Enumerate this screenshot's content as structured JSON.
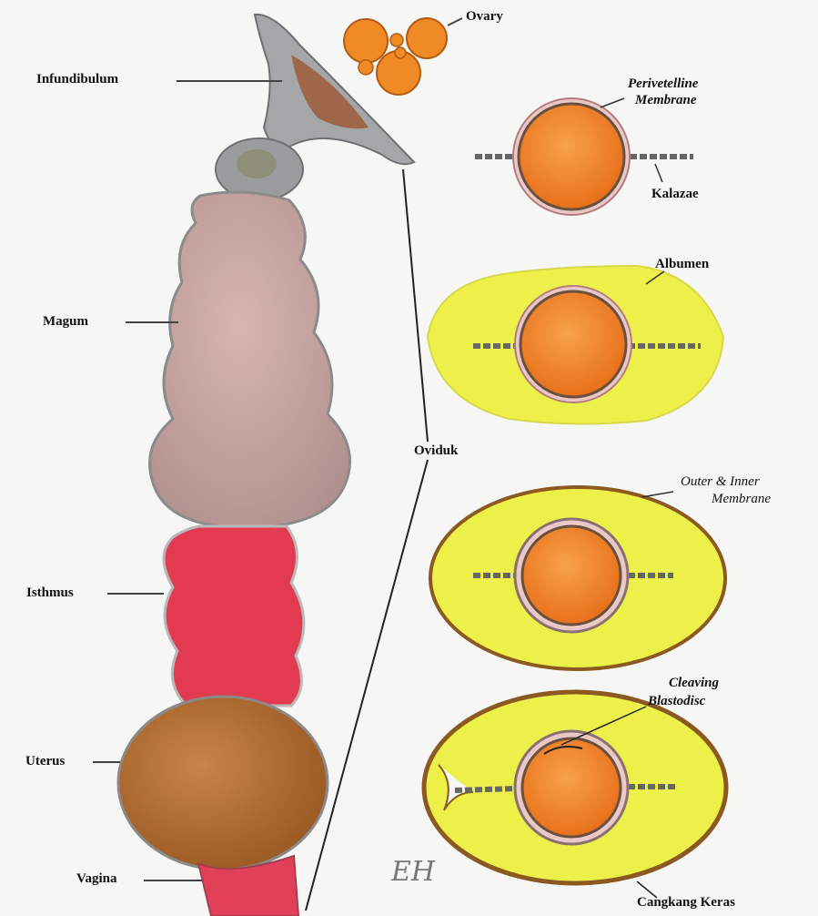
{
  "labels": {
    "ovary": "Ovary",
    "infundibulum": "Infundibulum",
    "magum": "Magum",
    "isthmus": "Isthmus",
    "uterus": "Uterus",
    "vagina": "Vagina",
    "oviduk": "Oviduk",
    "perivitelline_line1": "Perivetelline",
    "perivitelline_line2": "Membrane",
    "kalazae": "Kalazae",
    "albumen": "Albumen",
    "outer_inner_line1": "Outer & Inner",
    "outer_inner_line2": "Membrane",
    "cleaving_line1": "Cleaving",
    "cleaving_line2": "Blastodisc",
    "cangkang": "Cangkang Keras"
  },
  "signature": "EH",
  "colors": {
    "ovary": "#f08a24",
    "infundibulum": "#9a9c9e",
    "magnum": "#c9a3a0",
    "isthmus": "#e0394f",
    "uterus": "#b06b2c",
    "vagina": "#e24058",
    "yolk": "#f07f22",
    "albumen": "#eef04a",
    "shell_membrane": "#8a5a20"
  }
}
